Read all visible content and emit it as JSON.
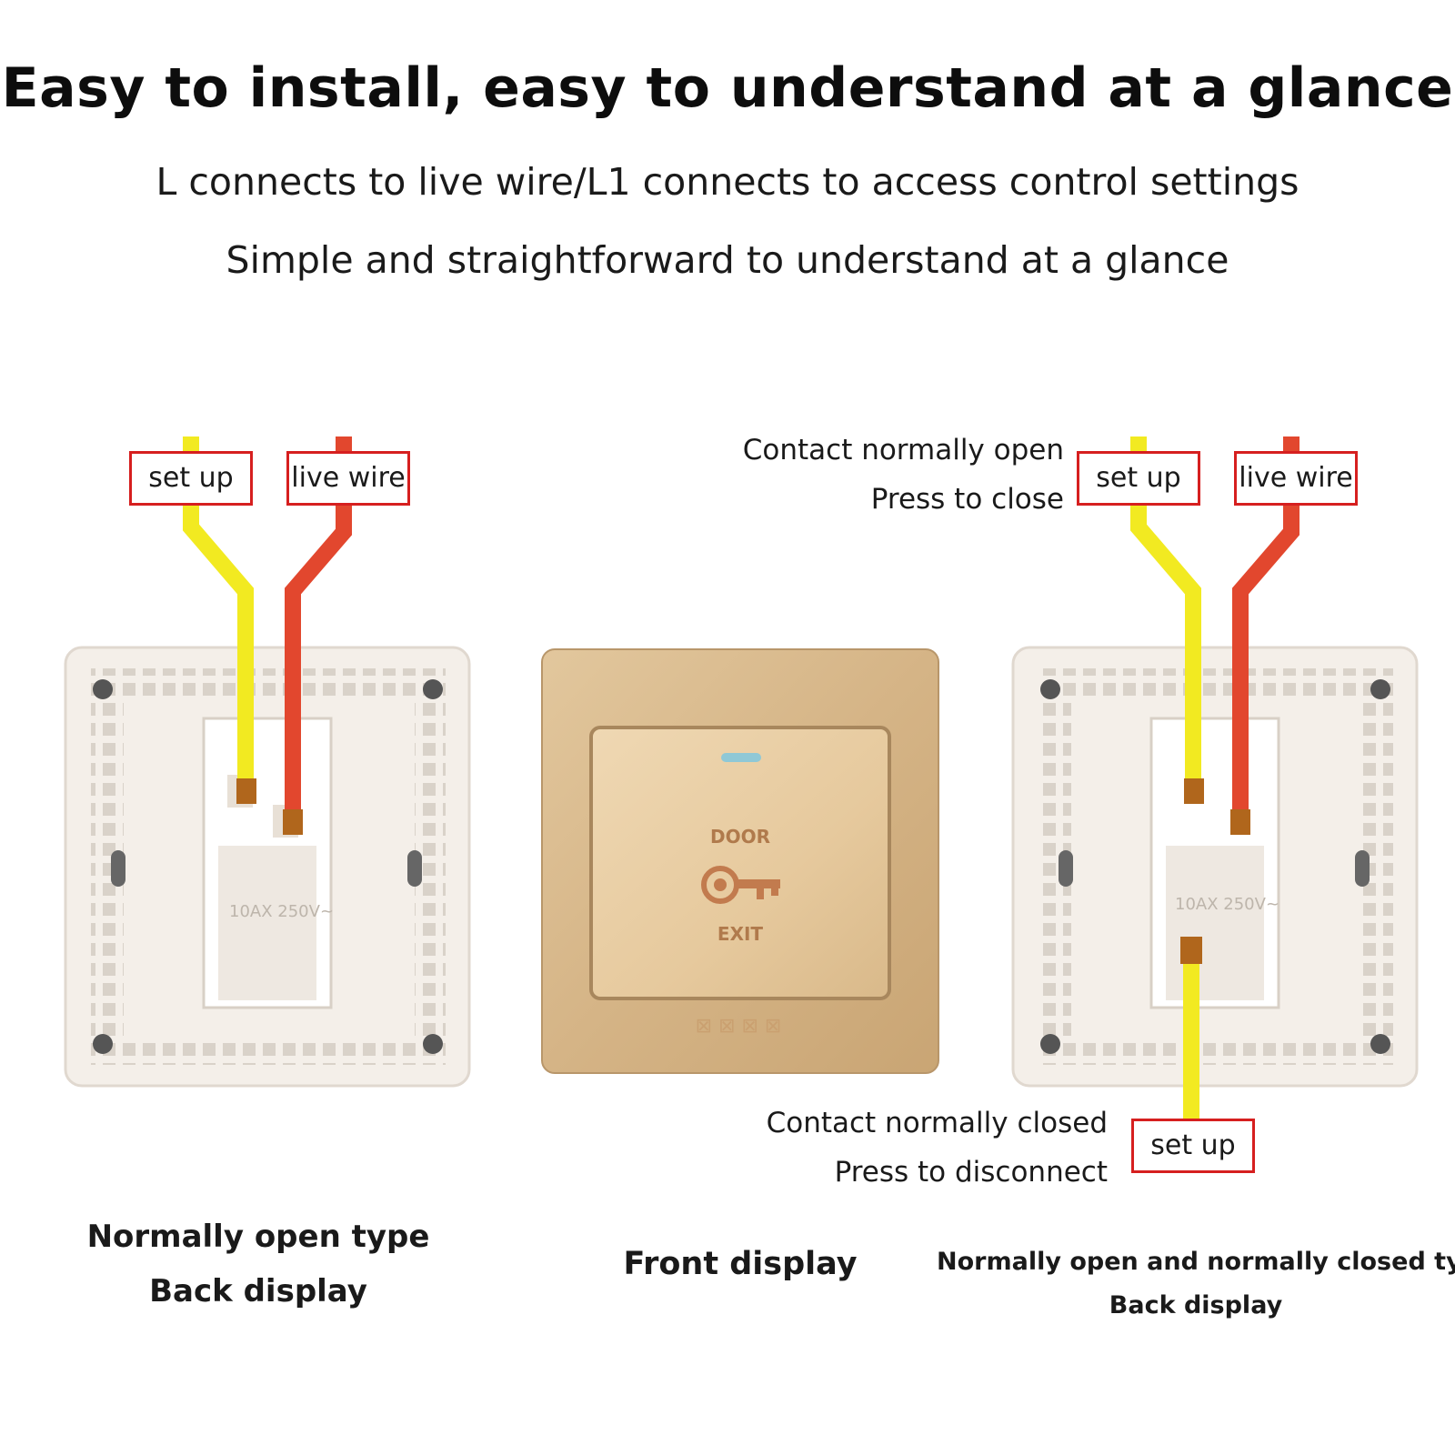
{
  "headline": "Easy to install, easy to understand at a glance",
  "subtitle_1": "L connects to live wire/L1 connects to access control settings",
  "subtitle_2": "Simple and straightforward to understand at a glance",
  "left_switch": {
    "tag_setup": "set up",
    "tag_live": "live wire",
    "caption_1": "Normally open type",
    "caption_2": "Back display"
  },
  "center_switch": {
    "caption": "Front display",
    "door_label": "DOOR",
    "exit_label": "EXIT",
    "icon": "key-icon"
  },
  "right_switch": {
    "note_open_1": "Contact normally open",
    "note_open_2": "Press to close",
    "tag_setup_top": "set up",
    "tag_live": "live wire",
    "note_closed_1": "Contact normally closed",
    "note_closed_2": "Press to disconnect",
    "tag_setup_bottom": "set up",
    "caption_1": "Normally open and normally closed type",
    "caption_2": "Back display"
  },
  "colors": {
    "live_wire": "#e2472e",
    "setup_wire": "#f2ea21",
    "tag_border": "#d61f1f",
    "plate_gold": "#d7b98c",
    "switch_back": "#f4efe9"
  }
}
